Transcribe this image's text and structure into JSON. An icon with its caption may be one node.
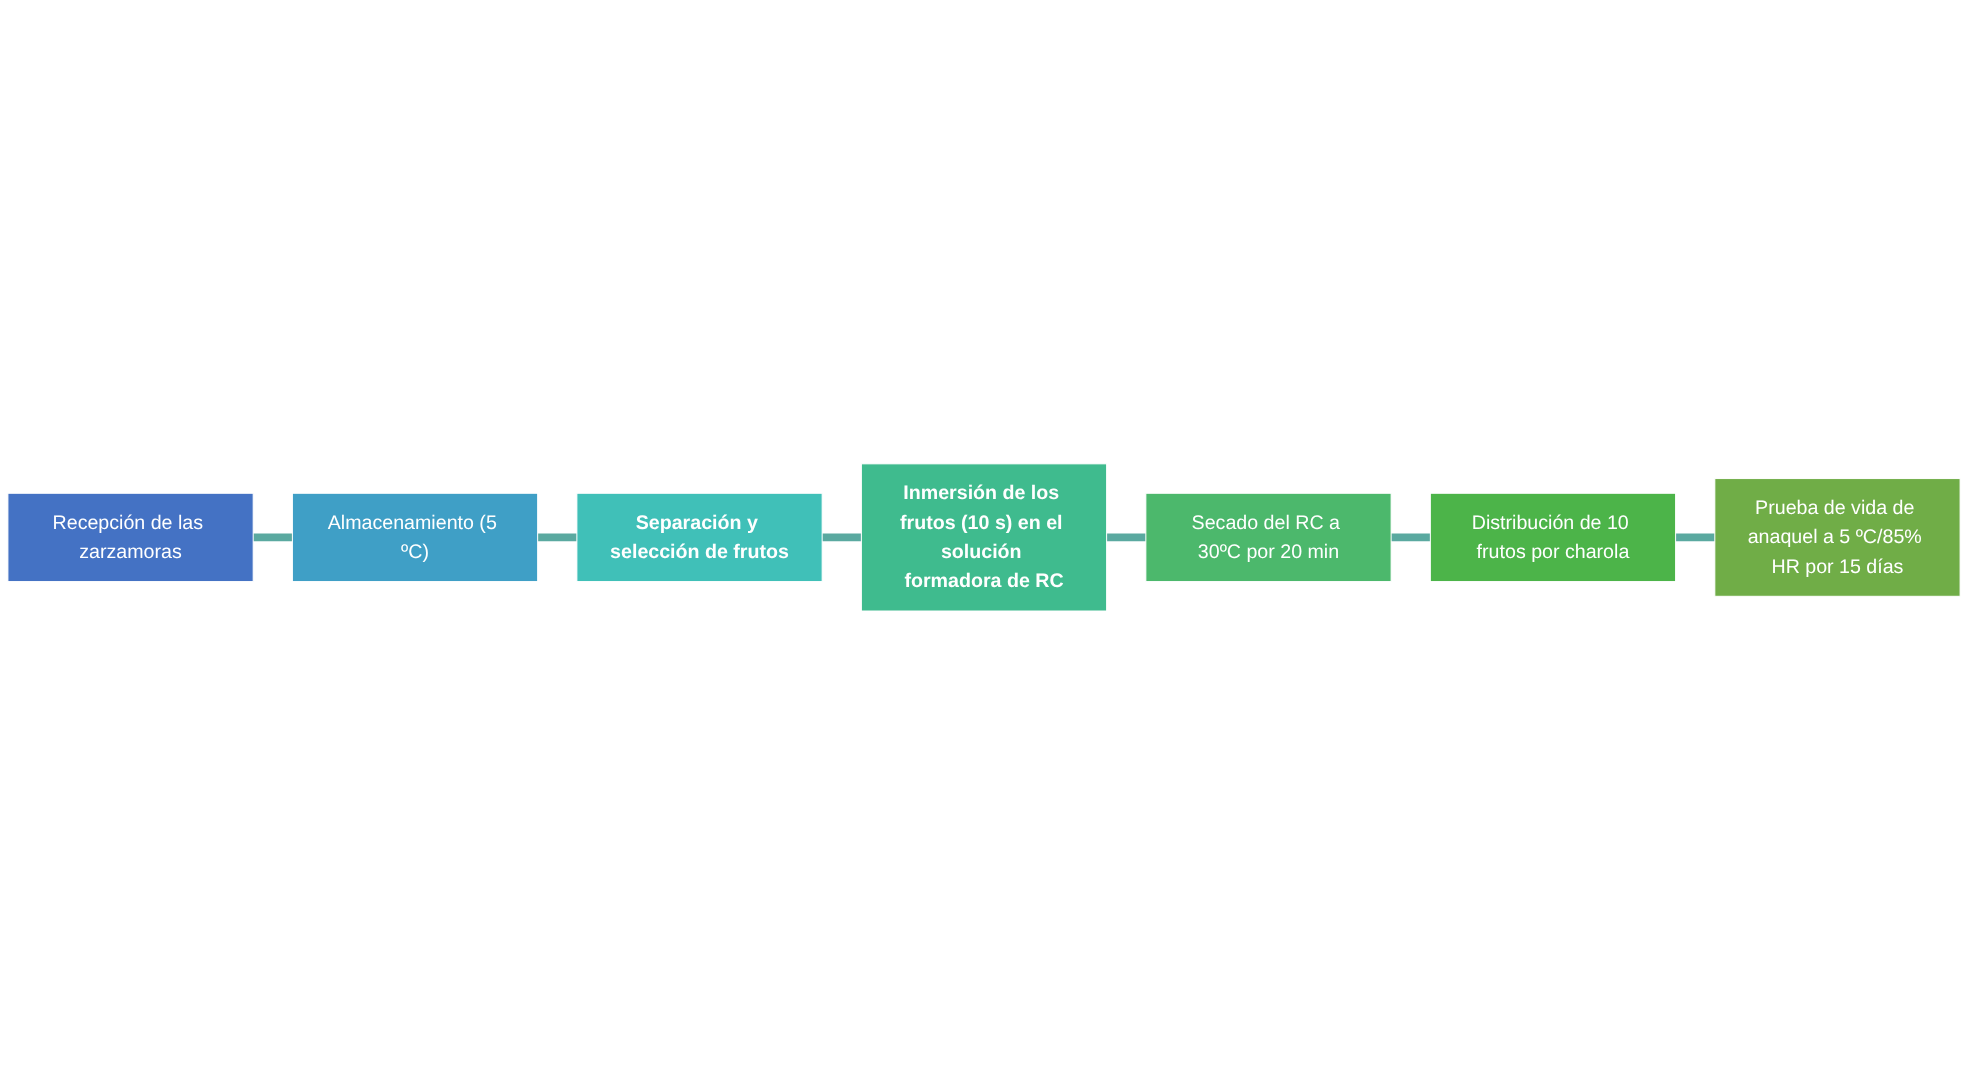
{
  "diagram": {
    "nodes": [
      {
        "text": [
          "Recepción de las zarzamoras"
        ]
      },
      {
        "text": [
          "Almacenamiento (5 ºC)"
        ]
      },
      {
        "text": [
          "Separación y selección de frutos"
        ]
      },
      {
        "text": [
          "Inmersión de los frutos (10 s) en el solución formadora de RC"
        ]
      },
      {
        "text": [
          "Secado del RC a 30ºC por 20 min"
        ]
      },
      {
        "text": [
          "Distribución de 10 frutos por charola"
        ]
      },
      {
        "text": [
          "Prueba de vida de anaquel a 5 ºC/85% HR por 15 días"
        ]
      }
    ],
    "edges": [
      {
        "from": 0,
        "to": 1,
        "arrow": "none"
      },
      {
        "from": 1,
        "to": 2,
        "arrow": "none"
      },
      {
        "from": 2,
        "to": 3,
        "arrow": "none"
      },
      {
        "from": 3,
        "to": 4,
        "arrow": "none"
      },
      {
        "from": 4,
        "to": 5,
        "arrow": "none"
      },
      {
        "from": 5,
        "to": 6,
        "arrow": "none"
      }
    ]
  }
}
